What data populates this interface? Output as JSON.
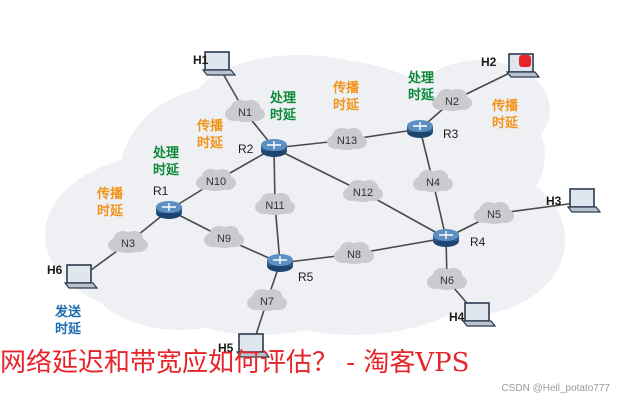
{
  "colors": {
    "cloud": "#eef0f3",
    "small_cloud": "#c9cbce",
    "link": "#4a4a4a",
    "router_fill": "#2c5c8c",
    "router_highlight": "#5d8fc2",
    "processing": "#0b8a3a",
    "propagation": "#f2941a",
    "transmission": "#1b6bb0",
    "caption": "#e8242b",
    "host_alert": "#e8242b"
  },
  "labels": {
    "processing": "处理时延",
    "propagation": "传播时延",
    "transmission": "发送时延"
  },
  "networks": [
    "N1",
    "N2",
    "N3",
    "N4",
    "N5",
    "N6",
    "N7",
    "N8",
    "N9",
    "N10",
    "N11",
    "N12",
    "N13"
  ],
  "routers": [
    "R1",
    "R2",
    "R3",
    "R4",
    "R5"
  ],
  "hosts": [
    "H1",
    "H2",
    "H3",
    "H4",
    "H5",
    "H6"
  ],
  "links": [
    [
      "R1",
      "N3"
    ],
    [
      "R1",
      "N10"
    ],
    [
      "R1",
      "N9"
    ],
    [
      "N10",
      "R2"
    ],
    [
      "R2",
      "N1"
    ],
    [
      "R2",
      "N13"
    ],
    [
      "R2",
      "N11"
    ],
    [
      "R2",
      "N12"
    ],
    [
      "N13",
      "R3"
    ],
    [
      "R3",
      "N2"
    ],
    [
      "R3",
      "N4"
    ],
    [
      "N4",
      "R4"
    ],
    [
      "N12",
      "R4"
    ],
    [
      "N11",
      "R5"
    ],
    [
      "N9",
      "R5"
    ],
    [
      "R5",
      "N8"
    ],
    [
      "N8",
      "R4"
    ],
    [
      "R5",
      "N7"
    ],
    [
      "R4",
      "N5"
    ],
    [
      "R4",
      "N6"
    ],
    [
      "N1",
      "H1"
    ],
    [
      "N2",
      "H2"
    ],
    [
      "N3",
      "H6"
    ],
    [
      "N5",
      "H3"
    ],
    [
      "N6",
      "H4"
    ],
    [
      "N7",
      "H5"
    ]
  ],
  "caption": "网络延迟和带宽应如何评估？ - 淘客VPS",
  "watermark": "CSDN @Hell_potato777"
}
